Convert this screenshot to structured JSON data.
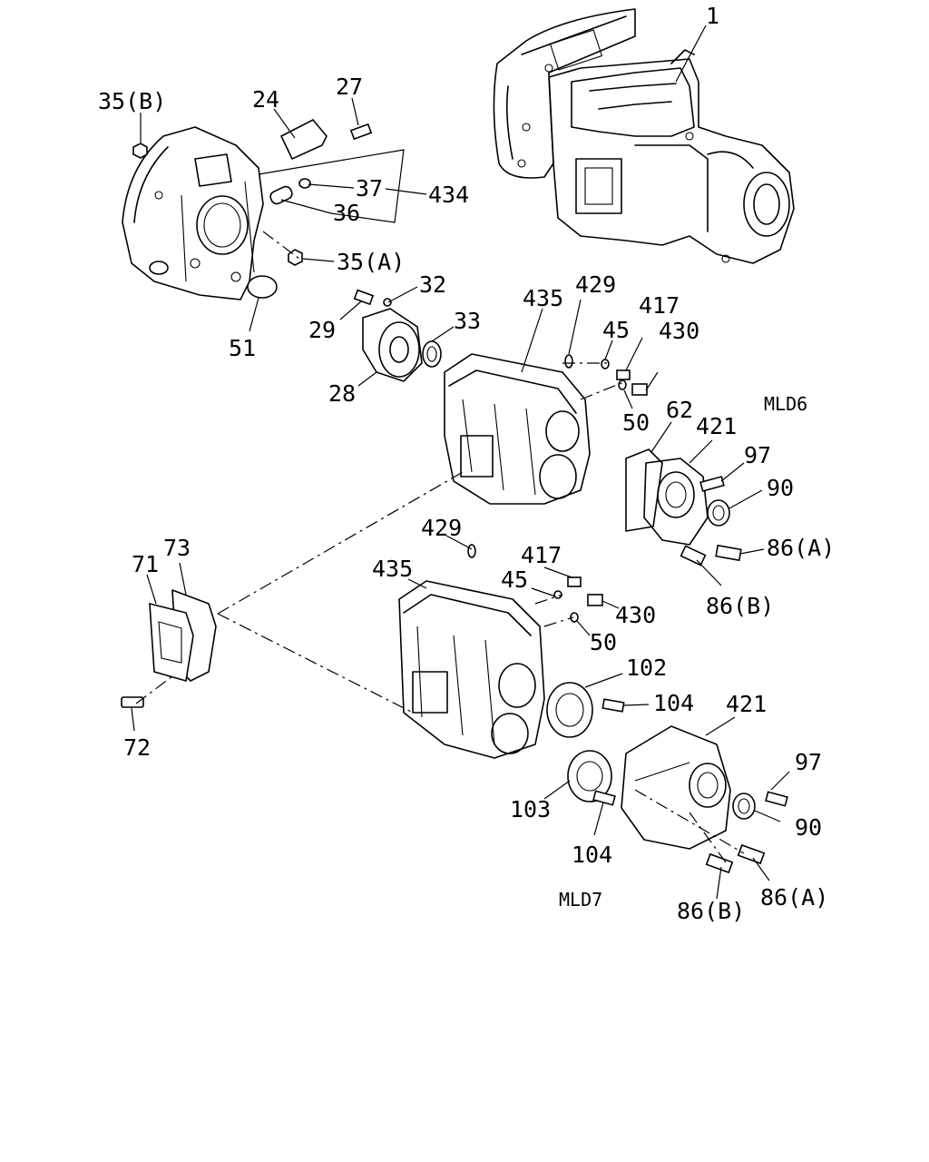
{
  "diagram": {
    "codes": {
      "mld6": "MLD6",
      "mld7": "MLD7"
    },
    "labels": {
      "p1": "1",
      "p35b": "35(B)",
      "p24": "24",
      "p27": "27",
      "p37": "37",
      "p434": "434",
      "p36": "36",
      "p35a": "35(A)",
      "p32": "32",
      "p29": "29",
      "p33": "33",
      "p51": "51",
      "p28": "28",
      "p435a": "435",
      "p429a": "429",
      "p417a": "417",
      "p45a": "45",
      "p430a": "430",
      "p50a": "50",
      "p62": "62",
      "p421a": "421",
      "p97a": "97",
      "p90a": "90",
      "p86aa": "86(A)",
      "p86ba": "86(B)",
      "p73": "73",
      "p71": "71",
      "p72": "72",
      "p429b": "429",
      "p417b": "417",
      "p435b": "435",
      "p45b": "45",
      "p430b": "430",
      "p50b": "50",
      "p102": "102",
      "p104a": "104",
      "p421b": "421",
      "p97b": "97",
      "p103": "103",
      "p90b": "90",
      "p104b": "104",
      "p86bb": "86(B)",
      "p86ab": "86(A)"
    }
  }
}
